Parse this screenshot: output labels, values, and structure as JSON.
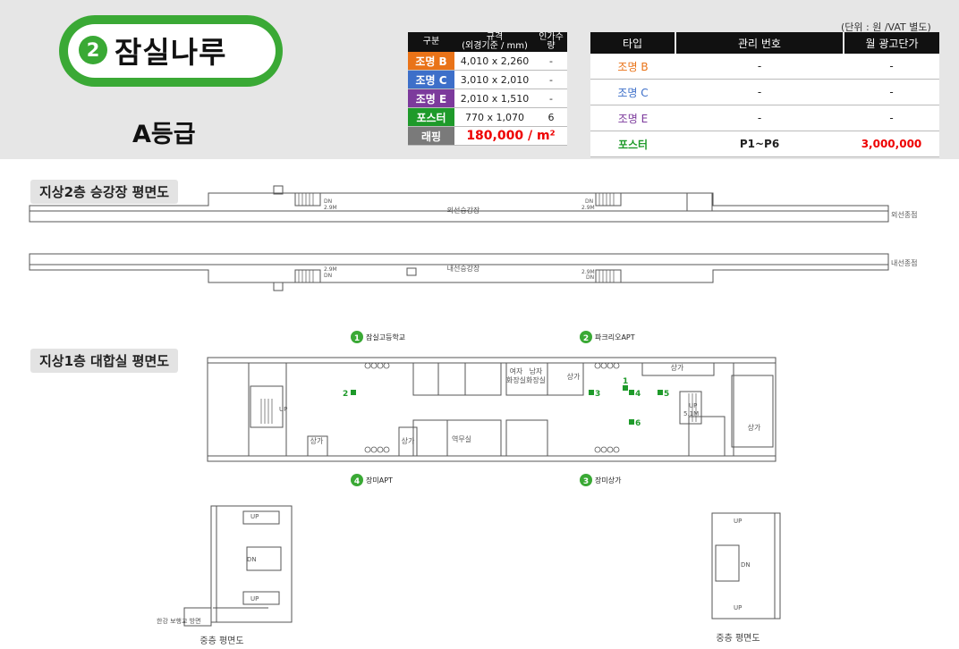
{
  "header": {
    "line_number": "2",
    "station_name": "잠실나루",
    "grade": "A등급",
    "unit_note": "(단위 : 원 /VAT 별도)"
  },
  "spec_table": {
    "headers": [
      "구분",
      "규격\n(외경기준 / mm)",
      "인가수량"
    ],
    "rows": [
      {
        "label": "조명 B",
        "size": "4,010 x 2,260",
        "qty": "-",
        "color": "#e97318"
      },
      {
        "label": "조명 C",
        "size": "3,010 x 2,010",
        "qty": "-",
        "color": "#3d6fc9"
      },
      {
        "label": "조명 E",
        "size": "2,010 x 1,510",
        "qty": "-",
        "color": "#7c3a9c"
      },
      {
        "label": "포스터",
        "size": "770 x 1,070",
        "qty": "6",
        "color": "#1e9a2a"
      }
    ],
    "wrapping_label": "래핑",
    "wrapping_price": "180,000 / m²",
    "wrapping_color": "#7a7a7a"
  },
  "price_table": {
    "headers": [
      "타입",
      "관리 번호",
      "월 광고단가"
    ],
    "rows": [
      {
        "type": "조명 B",
        "id": "-",
        "price": "-",
        "color": "#e97318"
      },
      {
        "type": "조명 C",
        "id": "-",
        "price": "-",
        "color": "#3d6fc9"
      },
      {
        "type": "조명 E",
        "id": "-",
        "price": "-",
        "color": "#7c3a9c"
      },
      {
        "type": "포스터",
        "id": "P1~P6",
        "price": "3,000,000",
        "color": "#1e9a2a"
      }
    ]
  },
  "sections": {
    "platform": "지상2층 승강장 평면도",
    "concourse": "지상1층 대합실 평면도"
  },
  "platform_labels": {
    "outer_platform": "외선승강장",
    "outer_track": "외선종점",
    "inner_platform": "내선승강장",
    "inner_track": "내선종점",
    "dn": "DN",
    "height": "2.9M"
  },
  "exits": [
    {
      "num": "1",
      "name": "잠실고등학교"
    },
    {
      "num": "2",
      "name": "파크리오APT"
    },
    {
      "num": "3",
      "name": "장미상가"
    },
    {
      "num": "4",
      "name": "장미APT"
    }
  ],
  "rooms": {
    "shop": "상가",
    "women": "여자\n화장실",
    "men": "남자\n화장실",
    "station_office": "역무실",
    "up": "UP",
    "up_51": "5.1M"
  },
  "posters": [
    "1",
    "2",
    "3",
    "4",
    "5",
    "6"
  ],
  "mezzanine": {
    "left_caption": "중층 평면도",
    "right_caption": "중층 평면도",
    "bridge": "한강 보행교 방면",
    "up": "UP",
    "dn": "DN"
  }
}
